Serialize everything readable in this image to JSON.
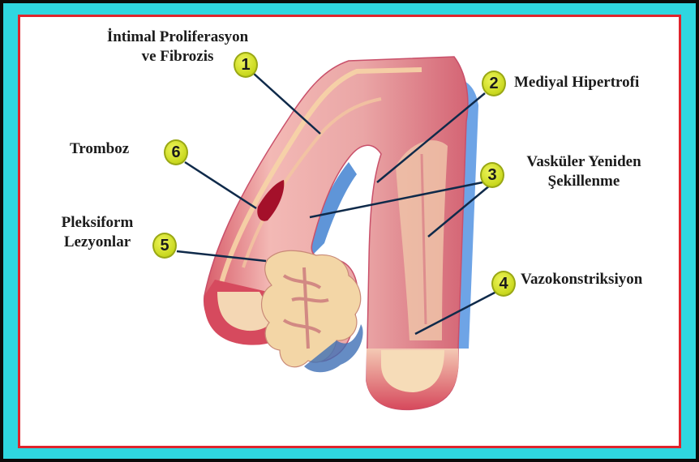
{
  "labels": {
    "intimal_line1": "İntimal Proliferasyon",
    "intimal_line2": "ve Fibrozis",
    "medial": "Mediyal Hipertrofi",
    "tromboz": "Tromboz",
    "vaskuler_line1": "Vasküler Yeniden",
    "vaskuler_line2": "Şekillenme",
    "pleksiform_line1": "Pleksiform",
    "pleksiform_line2": "Lezyonlar",
    "vazo": "Vazokonstriksiyon"
  },
  "badges": {
    "b1": "1",
    "b2": "2",
    "b3": "3",
    "b4": "4",
    "b5": "5",
    "b6": "6"
  },
  "colors": {
    "outer_frame": "#2fd6e0",
    "inner_border": "#e0242c",
    "badge": "#d6e42a",
    "vessel_wall": "#e9a0a0",
    "vessel_lumen": "#f0d6a8",
    "adventitia": "#6aa2e0"
  }
}
